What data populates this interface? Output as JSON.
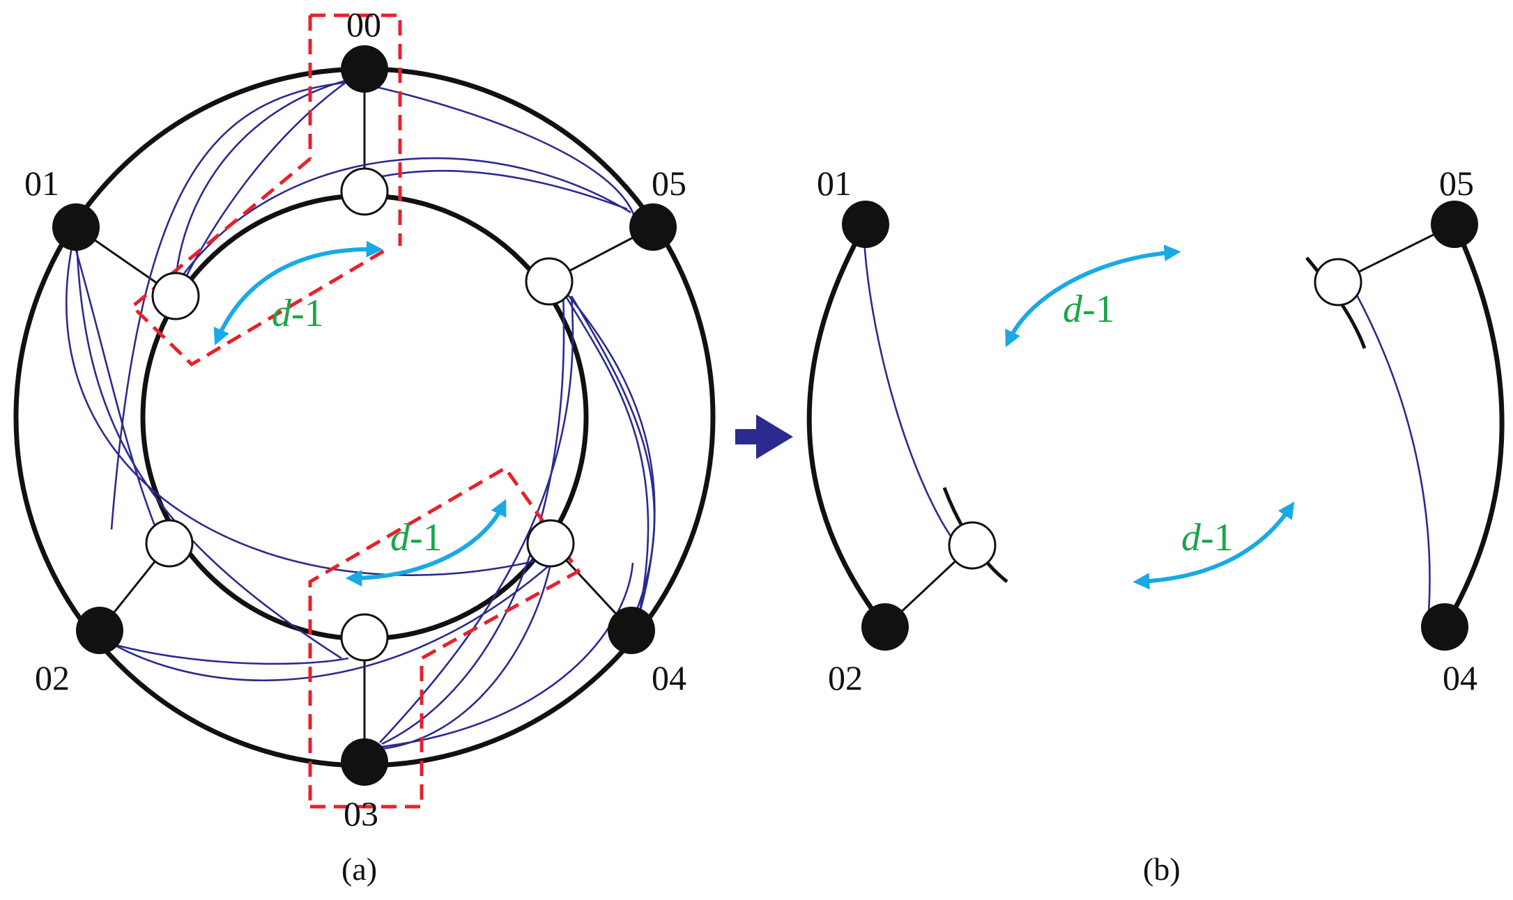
{
  "colors": {
    "ring": "#111111",
    "link": "#2b2a8f",
    "highlight": "#e8202a",
    "arrow": "#19a9e6",
    "label_green": "#1aa64a",
    "transition_arrow": "#2b2a8f",
    "node_black": "#111111",
    "node_white": "#ffffff"
  },
  "panel_a": {
    "caption": "(a)",
    "nodes": [
      "00",
      "01",
      "02",
      "03",
      "04",
      "05"
    ],
    "distance_labels": [
      {
        "var": "d",
        "rest": "-1"
      },
      {
        "var": "d",
        "rest": "-1"
      }
    ]
  },
  "panel_b": {
    "caption": "(b)",
    "nodes": [
      "01",
      "02",
      "04",
      "05"
    ],
    "distance_labels": [
      {
        "var": "d",
        "rest": "-1"
      },
      {
        "var": "d",
        "rest": "-1"
      }
    ]
  },
  "transition": {
    "icon": "right-arrow-icon"
  }
}
